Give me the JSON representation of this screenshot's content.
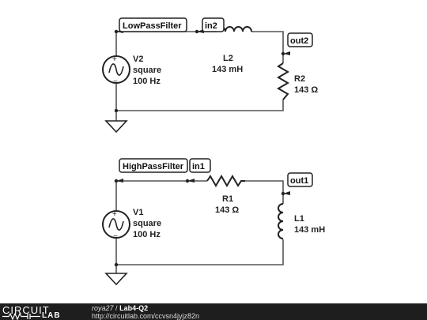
{
  "circuit_top": {
    "net_low_pass": "LowPassFilter",
    "net_in": "in2",
    "net_out": "out2",
    "source": {
      "name": "V2",
      "waveform": "square",
      "frequency": "100 Hz"
    },
    "inductor": {
      "name": "L2",
      "value": "143 mH"
    },
    "resistor": {
      "name": "R2",
      "value": "143 Ω"
    }
  },
  "circuit_bottom": {
    "net_high_pass": "HighPassFilter",
    "net_in": "in1",
    "net_out": "out1",
    "source": {
      "name": "V1",
      "waveform": "square",
      "frequency": "100 Hz"
    },
    "resistor": {
      "name": "R1",
      "value": "143 Ω"
    },
    "inductor": {
      "name": "L1",
      "value": "143 mH"
    }
  },
  "footer": {
    "logo_word1": "CIRCUIT",
    "logo_word2": "LAB",
    "user": "roya27",
    "separator": "/",
    "project": "Lab4-Q2",
    "url": "http://circuitlab.com/ccvsn4jyjz82n"
  }
}
